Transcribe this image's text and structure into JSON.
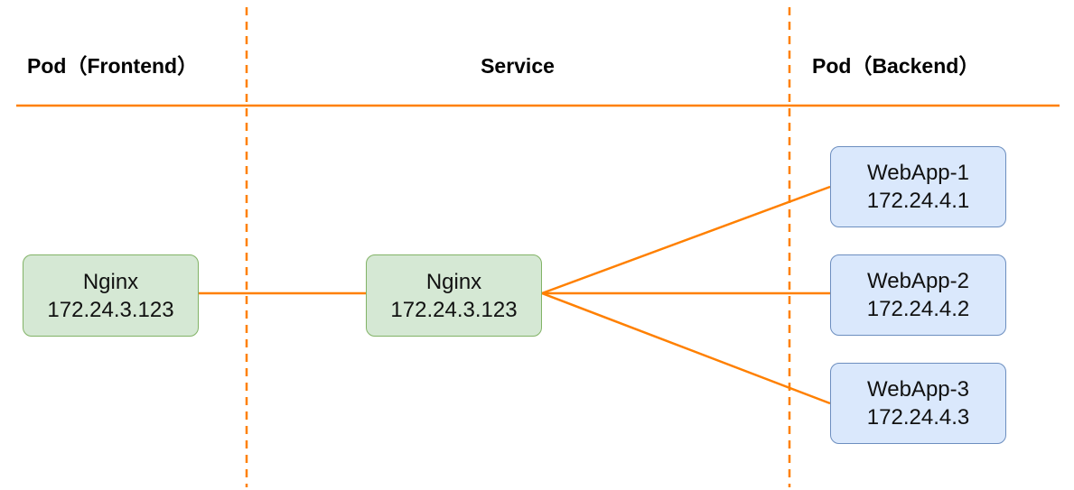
{
  "colors": {
    "edge": "#ff8000",
    "green_fill": "#d5e8d4",
    "green_stroke": "#82b366",
    "blue_fill": "#dae8fc",
    "blue_stroke": "#6c8ebf"
  },
  "headers": {
    "frontend": "Pod（Frontend）",
    "service": "Service",
    "backend": "Pod（Backend）"
  },
  "nodes": {
    "frontend": {
      "name": "Nginx",
      "ip": "172.24.3.123"
    },
    "service": {
      "name": "Nginx",
      "ip": "172.24.3.123"
    },
    "webapps": [
      {
        "name": "WebApp-1",
        "ip": "172.24.4.1"
      },
      {
        "name": "WebApp-2",
        "ip": "172.24.4.2"
      },
      {
        "name": "WebApp-3",
        "ip": "172.24.4.3"
      }
    ]
  },
  "edges": [
    {
      "from": "frontend",
      "to": "service"
    },
    {
      "from": "service",
      "to": "webapp-1"
    },
    {
      "from": "service",
      "to": "webapp-2"
    },
    {
      "from": "service",
      "to": "webapp-3"
    }
  ]
}
